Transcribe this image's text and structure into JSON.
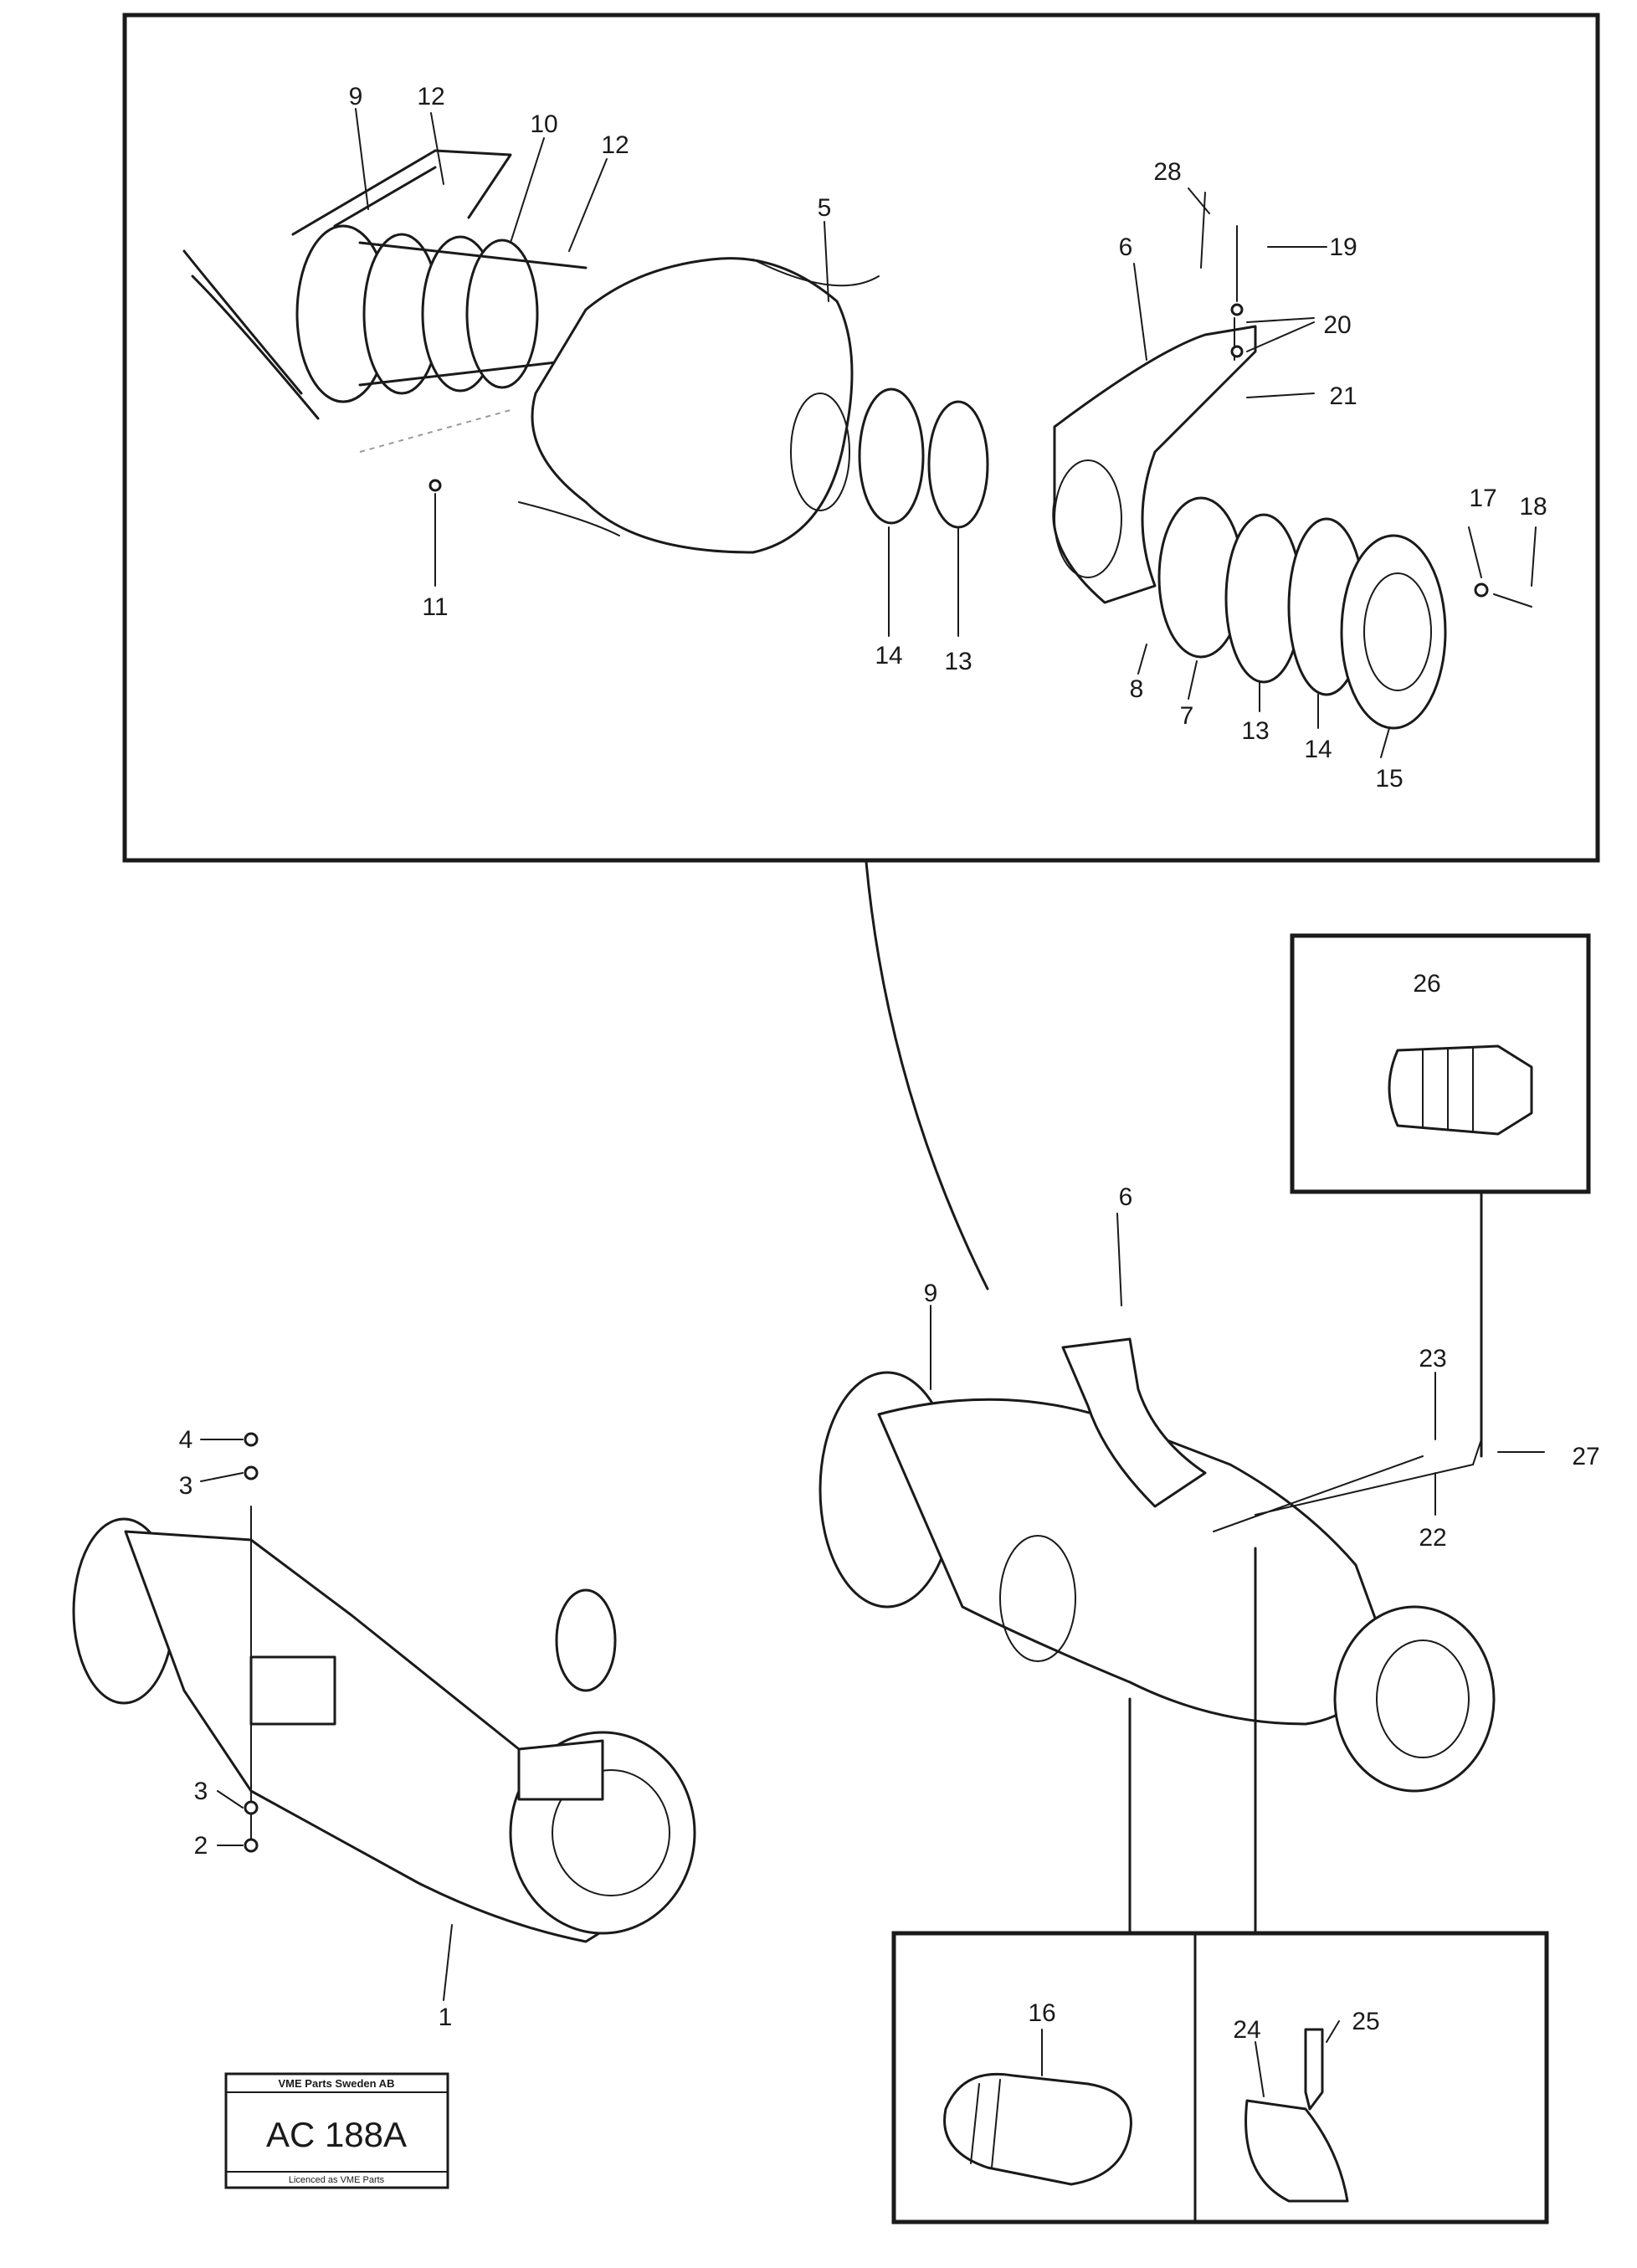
{
  "plate": {
    "header": "VME Parts Sweden AB",
    "code": "AC 188A",
    "footer": "Licenced as VME Parts"
  },
  "callouts": {
    "c9a": "9",
    "c12a": "12",
    "c10": "10",
    "c12b": "12",
    "c5": "5",
    "c11": "11",
    "c14a": "14",
    "c13a": "13",
    "c6a": "6",
    "c28": "28",
    "c19": "19",
    "c20": "20",
    "c21": "21",
    "c17": "17",
    "c18": "18",
    "c8": "8",
    "c7": "7",
    "c13b": "13",
    "c14b": "14",
    "c15": "15",
    "c26": "26",
    "c6b": "6",
    "c9b": "9",
    "c23": "23",
    "c27": "27",
    "c22": "22",
    "c4": "4",
    "c3a": "3",
    "c3b": "3",
    "c2": "2",
    "c1": "1",
    "c16": "16",
    "c24": "24",
    "c25": "25"
  }
}
